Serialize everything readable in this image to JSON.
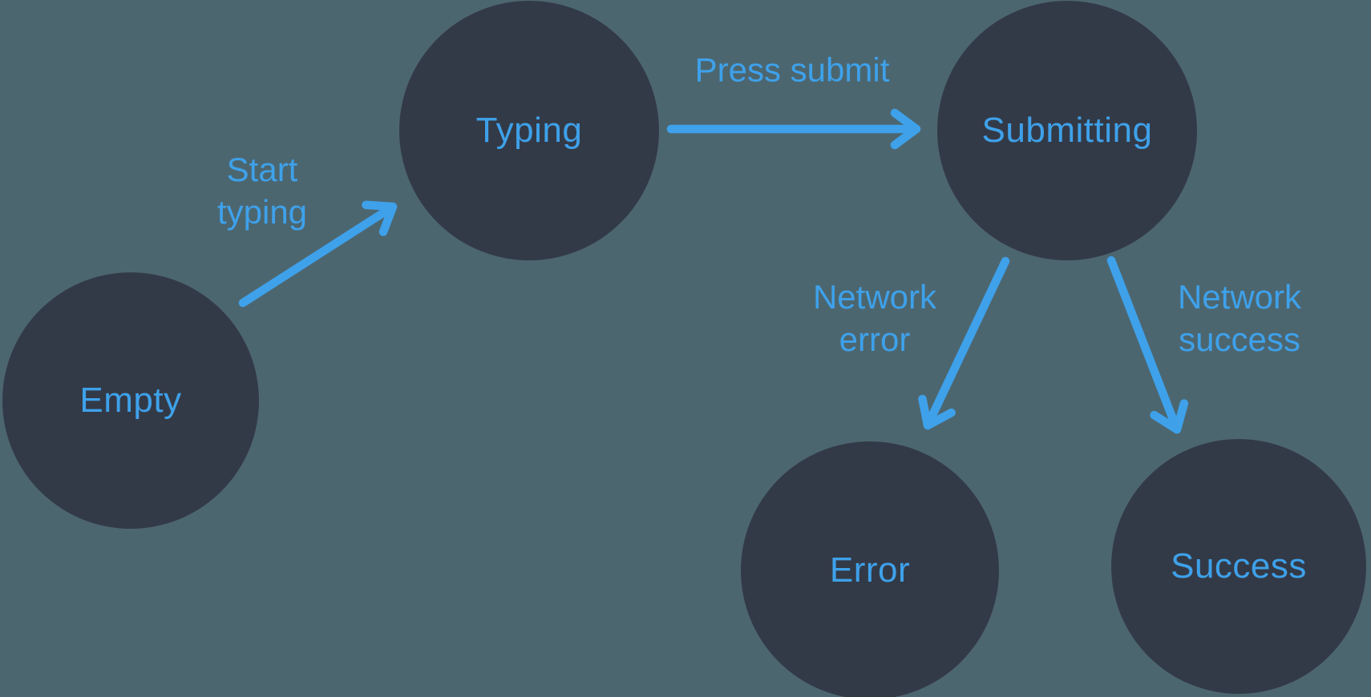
{
  "diagram": {
    "type": "state-machine",
    "states": [
      {
        "id": "empty",
        "label": "Empty"
      },
      {
        "id": "typing",
        "label": "Typing"
      },
      {
        "id": "submitting",
        "label": "Submitting"
      },
      {
        "id": "error",
        "label": "Error"
      },
      {
        "id": "success",
        "label": "Success"
      }
    ],
    "transitions": [
      {
        "from": "empty",
        "to": "typing",
        "label": "Start typing",
        "label_lines": [
          "Start",
          "typing"
        ]
      },
      {
        "from": "typing",
        "to": "submitting",
        "label": "Press submit",
        "label_lines": [
          "Press submit"
        ]
      },
      {
        "from": "submitting",
        "to": "error",
        "label": "Network error",
        "label_lines": [
          "Network",
          "error"
        ]
      },
      {
        "from": "submitting",
        "to": "success",
        "label": "Network success",
        "label_lines": [
          "Network",
          "success"
        ]
      }
    ],
    "colors": {
      "background": "#4C6670",
      "node_fill": "#333A47",
      "accent": "#3EA1EA"
    }
  }
}
